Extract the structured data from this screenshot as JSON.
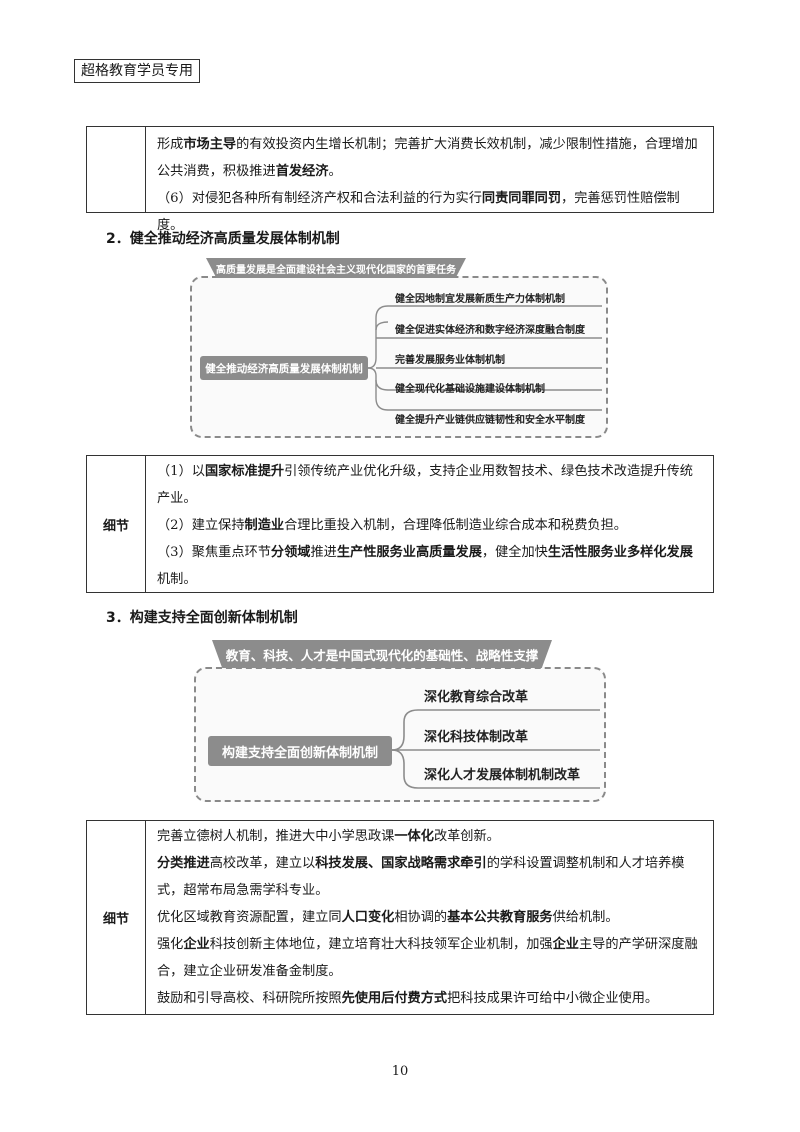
{
  "header": {
    "tag": "超格教育学员专用"
  },
  "box1": {
    "label": "",
    "paragraphs": [
      [
        {
          "t": "形成"
        },
        {
          "t": "市场主导",
          "b": true
        },
        {
          "t": "的有效投资内生增长机制；完善扩大消费长效机制，减少限制性措施，合理增加公共消费，积极推进"
        },
        {
          "t": "首发经济",
          "b": true
        },
        {
          "t": "。"
        }
      ],
      [
        {
          "t": "（6）对侵犯各种所有制经济产权和合法利益的行为实行"
        },
        {
          "t": "同责同罪同罚",
          "b": true
        },
        {
          "t": "，完善惩罚性赔偿制度。"
        }
      ]
    ]
  },
  "section2": {
    "title": "2．健全推动经济高质量发展体制机制"
  },
  "mindmap1": {
    "banner": "高质量发展是全面建设社会主义现代化国家的首要任务",
    "center": "健全推动经济高质量发展体制机制",
    "branches": [
      "健全因地制宜发展新质生产力体制机制",
      "健全促进实体经济和数字经济深度融合制度",
      "完善发展服务业体制机制",
      "健全现代化基础设施建设体制机制",
      "健全提升产业链供应链韧性和安全水平制度"
    ]
  },
  "box2": {
    "label": "细节",
    "paragraphs": [
      [
        {
          "t": "（1）以"
        },
        {
          "t": "国家标准提升",
          "b": true
        },
        {
          "t": "引领传统产业优化升级，支持企业用数智技术、绿色技术改造提升传统产业。"
        }
      ],
      [
        {
          "t": "（2）建立保持"
        },
        {
          "t": "制造业",
          "b": true
        },
        {
          "t": "合理比重投入机制，合理降低制造业综合成本和税费负担。"
        }
      ],
      [
        {
          "t": "（3）聚焦重点环节"
        },
        {
          "t": "分领域",
          "b": true
        },
        {
          "t": "推进"
        },
        {
          "t": "生产性服务业高质量发展",
          "b": true
        },
        {
          "t": "，健全加快"
        },
        {
          "t": "生活性服务业多样化发展",
          "b": true
        },
        {
          "t": "机制。"
        }
      ]
    ]
  },
  "section3": {
    "title": "3．构建支持全面创新体制机制"
  },
  "mindmap2": {
    "banner": "教育、科技、人才是中国式现代化的基础性、战略性支撑",
    "center": "构建支持全面创新体制机制",
    "branches": [
      "深化教育综合改革",
      "深化科技体制改革",
      "深化人才发展体制机制改革"
    ]
  },
  "box3": {
    "label": "细节",
    "paragraphs": [
      [
        {
          "t": "完善立德树人机制，推进大中小学思政课"
        },
        {
          "t": "一体化",
          "b": true
        },
        {
          "t": "改革创新。"
        }
      ],
      [
        {
          "t": "分类推进",
          "b": true
        },
        {
          "t": "高校改革，建立以"
        },
        {
          "t": "科技发展、国家战略需求牵引",
          "b": true
        },
        {
          "t": "的学科设置调整机制和人才培养模式，超常布局急需学科专业。"
        }
      ],
      [
        {
          "t": "优化区域教育资源配置，建立同"
        },
        {
          "t": "人口变化",
          "b": true
        },
        {
          "t": "相协调的"
        },
        {
          "t": "基本公共教育服务",
          "b": true
        },
        {
          "t": "供给机制。"
        }
      ],
      [
        {
          "t": "强化"
        },
        {
          "t": "企业",
          "b": true
        },
        {
          "t": "科技创新主体地位，建立培育壮大科技领军企业机制，加强"
        },
        {
          "t": "企业",
          "b": true
        },
        {
          "t": "主导的产学研深度融合，建立企业研发准备金制度。"
        }
      ],
      [
        {
          "t": "鼓励和引导高校、科研院所按照"
        },
        {
          "t": "先使用后付费方式",
          "b": true
        },
        {
          "t": "把科技成果许可给中小微企业使用。"
        }
      ]
    ]
  },
  "footer": {
    "page": "10"
  }
}
